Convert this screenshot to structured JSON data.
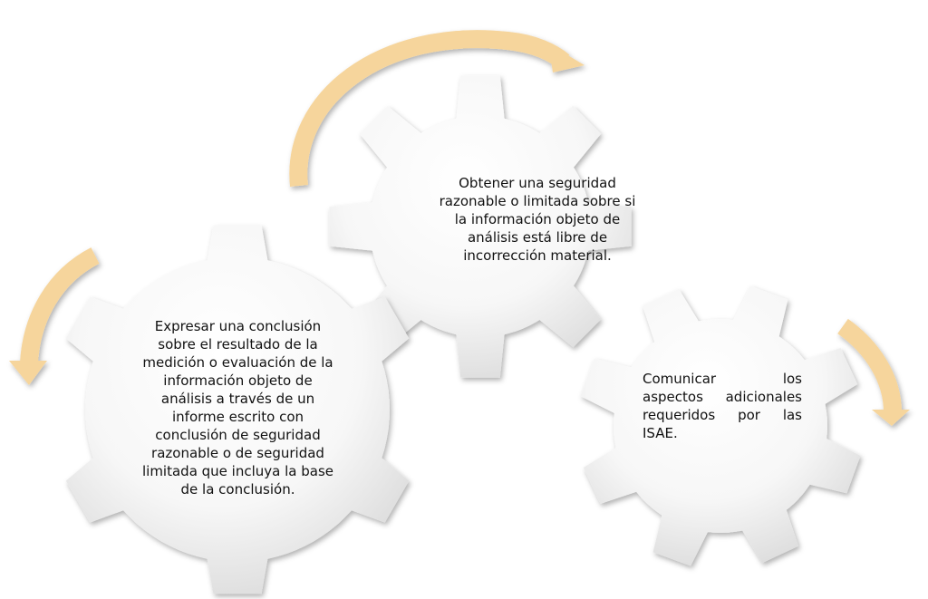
{
  "colors": {
    "arrow": "#f6d59c",
    "gear_light": "#ffffff",
    "gear_dark": "#dcdcdc"
  },
  "gears": [
    {
      "text": "Expresar una conclusión sobre el resultado de la medición o evaluación de la información objeto de análisis a través de un informe escrito con conclusión de seguridad razonable o de seguridad limitada que incluya la base de la conclusión."
    },
    {
      "text": "Obtener una seguridad razonable o limitada sobre si la información objeto de análisis está libre de incorrección material."
    },
    {
      "text": "Comunicar los aspectos adicionales requeridos por las ISAE."
    }
  ]
}
